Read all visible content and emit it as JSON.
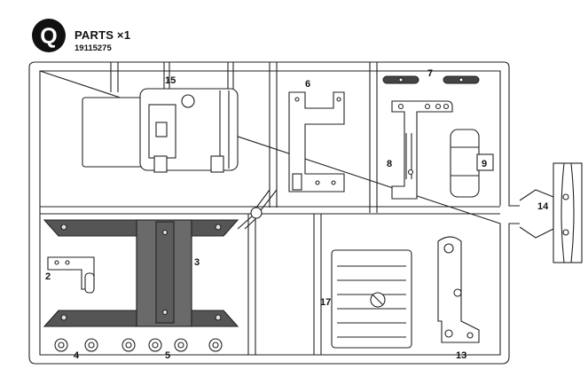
{
  "header": {
    "badge_letter": "Q",
    "title": "PARTS ×1",
    "part_code": "19115275"
  },
  "part_numbers": {
    "p2": "2",
    "p3": "3",
    "p4": "4",
    "p5": "5",
    "p6": "6",
    "p7": "7",
    "p8": "8",
    "p9": "9",
    "p13": "13",
    "p14": "14",
    "p15": "15",
    "p17": "17"
  }
}
